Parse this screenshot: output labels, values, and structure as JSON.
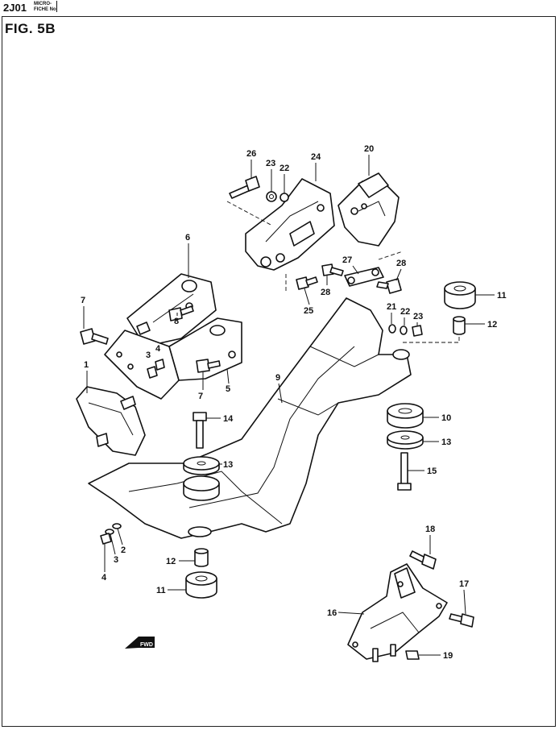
{
  "header": {
    "page_code": "2J01",
    "microfiche_line1": "MICRO-",
    "microfiche_line2": "FICHE No",
    "figure_title": "FIG.  5B"
  },
  "front_marker": "FWD",
  "callouts": [
    "26",
    "23",
    "22",
    "24",
    "20",
    "6",
    "7",
    "8",
    "3",
    "4",
    "1",
    "27",
    "28",
    "28",
    "25",
    "21",
    "22",
    "23",
    "11",
    "12",
    "9",
    "5",
    "7",
    "10",
    "13",
    "14",
    "13",
    "15",
    "2",
    "3",
    "4",
    "12",
    "11",
    "18",
    "17",
    "16",
    "19"
  ]
}
